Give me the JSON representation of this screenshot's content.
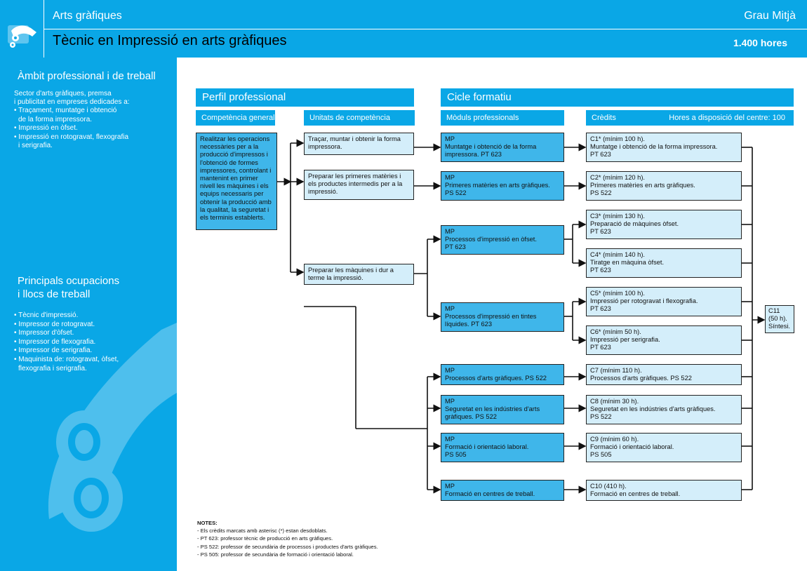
{
  "header": {
    "sector": "Arts gràfiques",
    "grade": "Grau Mitjà",
    "title": "Tècnic en Impressió en arts gràfiques",
    "hours": "1.400 hores"
  },
  "sidebar": {
    "ambit_title": "Àmbit professional i de treball",
    "ambit_text_1": "Sector d'arts gràfiques, premsa",
    "ambit_text_2": "i publicitat en empreses dedicades a:",
    "ambit_items": [
      "• Traçament, muntatge i obtenció",
      "  de la forma impressora.",
      "• Impressió en òfset.",
      "• Impressió en rotogravat, flexografia",
      "  i serigrafia."
    ],
    "ocupacions_title_1": "Principals ocupacions",
    "ocupacions_title_2": "i llocs de treball",
    "ocupacions_items": [
      "• Tècnic d'impressió.",
      "• Impressor de rotogravat.",
      "• Impressor d'òfset.",
      "• Impressor de flexografia.",
      "• Impressor de serigrafia.",
      "• Maquinista de: rotogravat, òfset,",
      "  flexografia i serigrafia."
    ]
  },
  "perfil": {
    "title": "Perfil professional",
    "competencia_header": "Competència general",
    "unitats_header": "Unitats de competència",
    "competencia_text": "Realitzar les operacions necessàries per a la producció d'impressos i l'obtenció de formes impressores, controlant i mantenint en primer nivell les màquines i els equips necessaris per obtenir la producció amb la qualitat, la seguretat i els terminis establerts.",
    "unitats": [
      "Traçar, muntar i obtenir la forma impressora.",
      "Preparar les primeres matèries i els productes intermedis per a la impressió.",
      "Preparar les màquines i dur a terme la impressió."
    ]
  },
  "cicle": {
    "title": "Cicle formatiu",
    "moduls_header": "Mòduls professionals",
    "credits_header": "Crèdits",
    "hores_centre": "Hores a disposició del centre: 100",
    "moduls": [
      [
        "MP",
        "Muntatge i obtenció de la forma",
        "impressora. PT 623"
      ],
      [
        "MP",
        "Primeres matèries en arts gràfiques.",
        "PS 522"
      ],
      [
        "MP",
        "Processos d'impressió en òfset.",
        "PT 623"
      ],
      [
        "MP",
        "Processos d'impressió en tintes",
        "líquides. PT 623"
      ],
      [
        "MP",
        "Processos d'arts gràfiques. PS 522",
        ""
      ],
      [
        "MP",
        "Seguretat en les indústries d'arts",
        "gràfiques. PS 522"
      ],
      [
        "MP",
        "Formació i orientació laboral.",
        "PS 505"
      ],
      [
        "MP",
        "Formació en centres de treball.",
        ""
      ]
    ],
    "credits": [
      [
        "C1* (mínim 100 h).",
        "Muntatge i obtenció de la forma impressora.",
        "PT 623"
      ],
      [
        "C2* (mínim 120 h).",
        "Primeres matèries en arts gràfiques.",
        "PS 522"
      ],
      [
        "C3* (mínim 130 h).",
        "Preparació de màquines òfset.",
        "PT 623"
      ],
      [
        "C4* (mínim 140 h).",
        "Tiratge en màquina òfset.",
        "PT 623"
      ],
      [
        "C5* (mínim 100 h).",
        "Impressió per rotogravat i flexografia.",
        "PT 623"
      ],
      [
        "C6* (mínim 50 h).",
        "Impressió per serigrafia.",
        "PT 623"
      ],
      [
        "C7 (mínim 110 h).",
        "Processos d'arts gràfiques. PS 522",
        ""
      ],
      [
        "C8 (mínim 30 h).",
        "Seguretat en les indústries d'arts gràfiques.",
        "PS 522"
      ],
      [
        "C9 (mínim 60 h).",
        "Formació i orientació laboral.",
        "PS 505"
      ],
      [
        "C10 (410 h).",
        "Formació en centres de treball.",
        ""
      ]
    ],
    "sintesi": [
      "C11",
      "(50 h).",
      "Síntesi."
    ]
  },
  "notes": {
    "title": "NOTES:",
    "lines": [
      "- Els crèdits marcats amb asterisc (*) estan desdoblats.",
      "- PT 623: professor tècnic de producció en arts gràfiques.",
      "- PS 522: professor de secundària de processos i productes d'arts gràfiques.",
      "- PS 505: professor de secundària de formació i orientació laboral."
    ]
  },
  "colors": {
    "brand_blue": "#0aa7e6",
    "box_dark": "#3fb6ea",
    "box_light": "#d4eefa"
  },
  "icons": {
    "logo": "paper-roll-icon",
    "decoration": "paper-roll-illustration"
  }
}
